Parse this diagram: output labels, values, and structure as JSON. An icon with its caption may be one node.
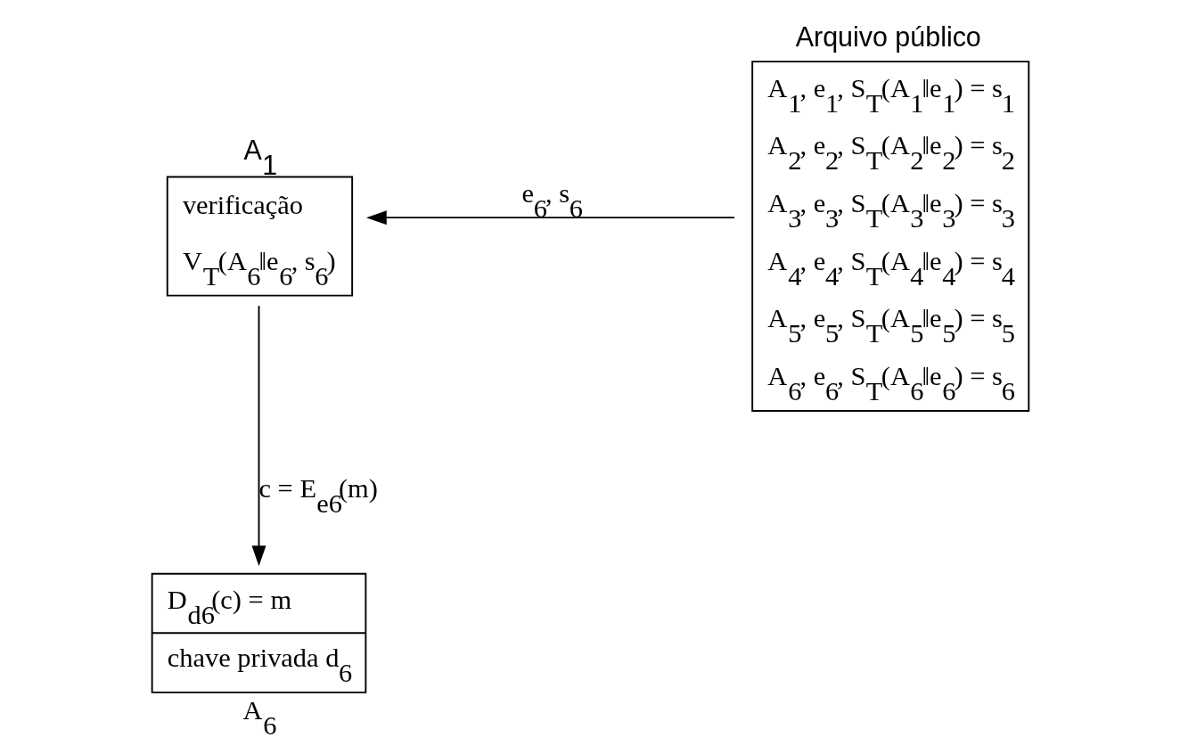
{
  "diagram": {
    "nodes": [
      {
        "text": [
          "A$_{1}$",
          "verificação",
          "V$_{T}$(A$_{6}$‖e$_{6}$, s$_{6}$)"
        ]
      },
      {
        "text": [
          "D$_{d6}$(c) = m",
          "chave privada d$_{6}$",
          "A$_{6}$"
        ]
      },
      {
        "text": [
          "Arquivo público",
          "A$_{1}$, e$_{1}$, S$_{T}$(A$_{1}$‖e$_{1}$) = s$_{1}$",
          "A$_{2}$, e$_{2}$, S$_{T}$(A$_{2}$‖e$_{2}$) = s$_{2}$",
          "A$_{3}$, e$_{3}$, S$_{T}$(A$_{3}$‖e$_{3}$) = s$_{3}$",
          "A$_{4}$, e$_{4}$, S$_{T}$(A$_{4}$‖e$_{4}$) = s$_{4}$",
          "A$_{5}$, e$_{5}$, S$_{T}$(A$_{5}$‖e$_{5}$) = s$_{5}$",
          "A$_{6}$, e$_{6}$, S$_{T}$(A$_{6}$‖e$_{6}$) = s$_{6}$"
        ]
      }
    ],
    "edges": [
      {
        "from": 0,
        "to": 1,
        "arrow": "to",
        "label": "c = E$_{e6}$(m)"
      },
      {
        "from": 2,
        "to": 0,
        "arrow": "to",
        "label": "e$_{6}$, s$_{6}$"
      }
    ]
  }
}
